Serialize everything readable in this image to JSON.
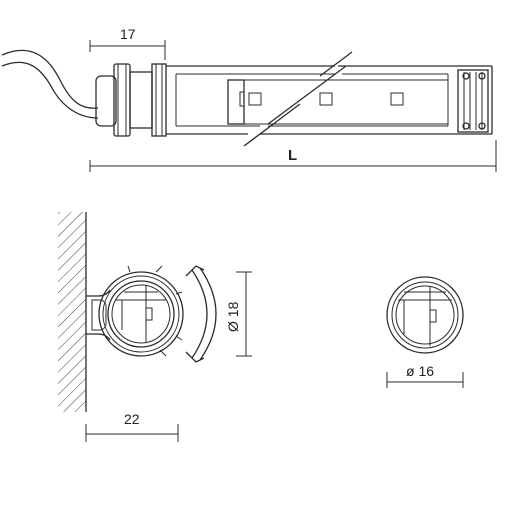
{
  "dimensions": {
    "cable_gland_length": "17",
    "total_length": "L",
    "clip_diameter": "Ø 18",
    "profile_diameter": "ø 16",
    "wall_offset": "22"
  },
  "colors": {
    "line": "#2b2b2b",
    "grey": "#8a8a8a"
  },
  "icons": {
    "arrow": "rotation-arrow-icon",
    "wall": "wall-hatch-icon"
  }
}
